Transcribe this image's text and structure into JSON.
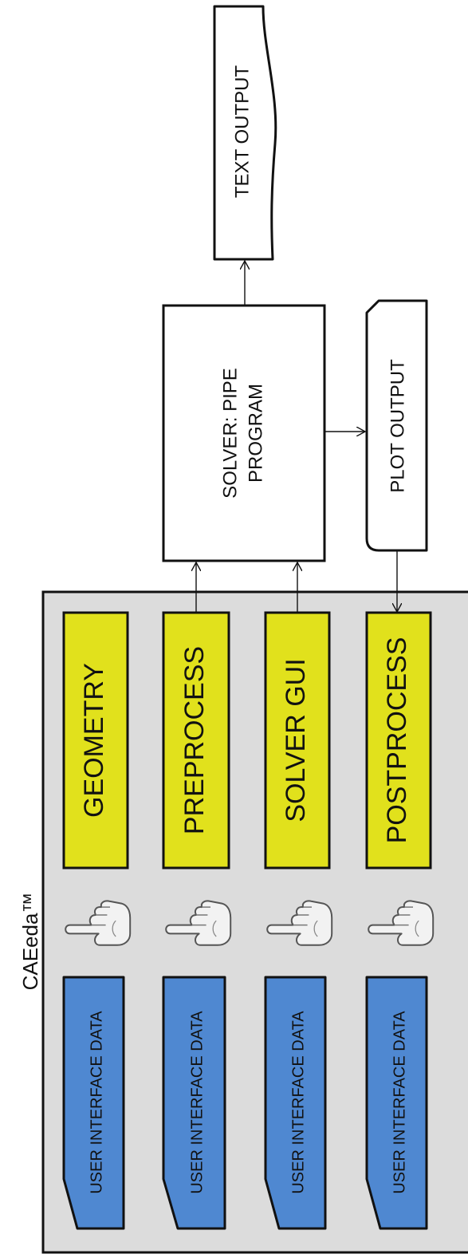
{
  "title": "CAEeda™",
  "modules": [
    {
      "label": "GEOMETRY"
    },
    {
      "label": "PREPROCESS"
    },
    {
      "label": "SOLVER GUI"
    },
    {
      "label": "POSTPROCESS"
    }
  ],
  "ui_data": [
    {
      "label": "USER INTERFACE DATA"
    },
    {
      "label": "USER INTERFACE DATA"
    },
    {
      "label": "USER INTERFACE DATA"
    },
    {
      "label": "USER INTERFACE DATA"
    }
  ],
  "solver": {
    "line1": "SOLVER: PIPE",
    "line2": "PROGRAM"
  },
  "plot_output": "PLOT OUTPUT",
  "text_output": "TEXT OUTPUT",
  "icons": {
    "hand": "pointing-hand-icon"
  },
  "colors": {
    "module_fill": "#e1e11c",
    "ui_fill": "#4f88d1",
    "panel_fill": "#dcdcdc"
  }
}
